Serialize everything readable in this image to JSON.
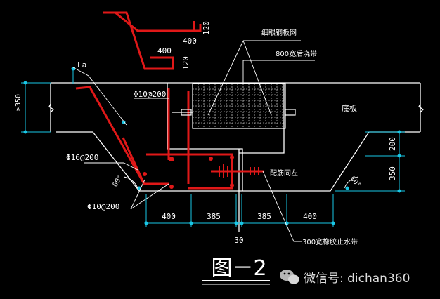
{
  "colors": {
    "line": "#ffffff",
    "rebar": "#e01818",
    "dim": "#19c7e6",
    "bg": "#000000"
  },
  "labels": {
    "mesh": "细眼钢板网",
    "band800": "800宽后浇带",
    "floor": "底板",
    "rebar_top": "Φ10@200",
    "rebar_left": "Φ16@200",
    "rebar_bottom": "Φ10@200",
    "la": "La",
    "ge350": "≥350",
    "rebar_same": "配筋同左",
    "waterstop": "300宽橡胶止水带",
    "angle_left": "60°",
    "angle_right": "60°",
    "detail_400": "400",
    "detail_120a": "120",
    "detail_400b": "400",
    "detail_120b": "120"
  },
  "dims": {
    "bottom": [
      "400",
      "385",
      "385",
      "400"
    ],
    "center": "30",
    "right": [
      "200",
      "350"
    ]
  },
  "title": "图－2",
  "watermark": "微信号: dichan360"
}
